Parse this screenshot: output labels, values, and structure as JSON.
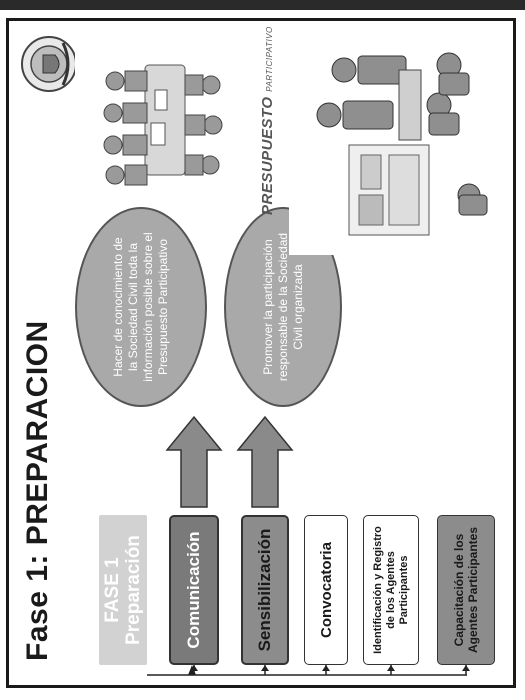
{
  "slide": {
    "title": "Fase 1: PREPARACION",
    "fase_box": {
      "line1": "FASE 1",
      "line2": "Preparación"
    },
    "steps": [
      "Comunicación",
      "Sensibilización",
      "Convocatoria",
      "Identificación y Registro de los Agentes Participantes",
      "Capacitación de los Agentes Participantes"
    ],
    "goals": [
      "Hacer de conocimiento de la Sociedad Civil toda la información posible sobre el Presupuesto Participativo",
      "Promover la participación responsable de la Sociedad Civil organizada"
    ],
    "watermark": "PRESUPUESTO",
    "watermark_sub": "PARTICIPATIVO"
  },
  "colors": {
    "dark": "#7a7a7a",
    "mid": "#8c8c8c",
    "light": "#d2d2d2",
    "ellipse": "#a9a9a9",
    "arrow": "#8a8a8a"
  }
}
